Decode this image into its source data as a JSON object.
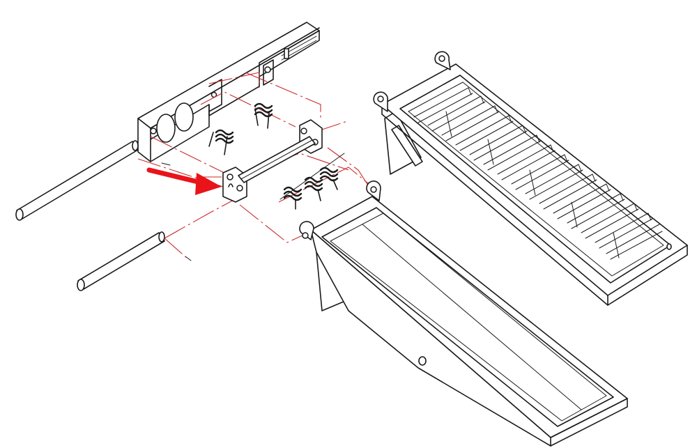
{
  "diagram": {
    "kind": "exploded-assembly-drawing",
    "colors": {
      "line": "#1a1a1a",
      "guide": "#cc2a2a",
      "arrow": "#e8141a",
      "background": "#ffffff"
    },
    "components": [
      "frame-rail",
      "hinge-pin-upper",
      "hinge-pin-lower",
      "hinge-bracket",
      "cross-rod",
      "torsion-spring-left",
      "torsion-spring-right",
      "torsion-spring-set",
      "ramp-tray",
      "stair-ramp"
    ],
    "callout": {
      "type": "arrow",
      "target": "hinge-bracket"
    }
  }
}
